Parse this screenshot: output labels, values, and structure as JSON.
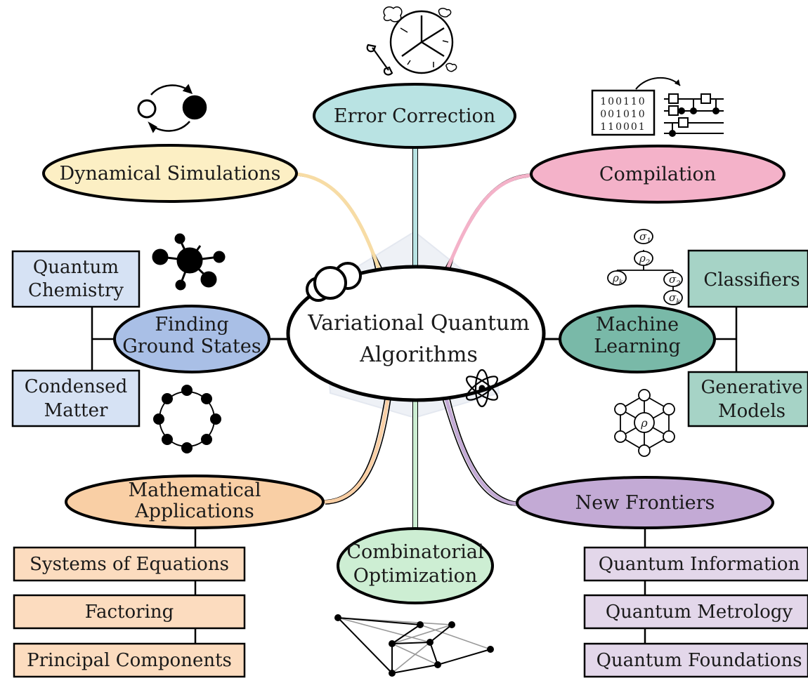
{
  "center": {
    "line1": "Variational Quantum",
    "line2": "Algorithms"
  },
  "nodes": {
    "error_correction": "Error Correction",
    "compilation": "Compilation",
    "dynamical_simulations": "Dynamical Simulations",
    "finding_ground_states": {
      "line1": "Finding",
      "line2": "Ground States"
    },
    "machine_learning": {
      "line1": "Machine",
      "line2": "Learning"
    },
    "mathematical_applications": {
      "line1": "Mathematical",
      "line2": "Applications"
    },
    "combinatorial_optimization": {
      "line1": "Combinatorial",
      "line2": "Optimization"
    },
    "new_frontiers": "New Frontiers"
  },
  "ground_states_boxes": {
    "quantum_chemistry": {
      "line1": "Quantum",
      "line2": "Chemistry"
    },
    "condensed_matter": {
      "line1": "Condensed",
      "line2": "Matter"
    }
  },
  "machine_learning_boxes": {
    "classifiers": "Classifiers",
    "generative_models": {
      "line1": "Generative",
      "line2": "Models"
    }
  },
  "math_boxes": {
    "systems_of_equations": "Systems of Equations",
    "factoring": "Factoring",
    "principal_components": "Principal Components"
  },
  "frontier_boxes": {
    "quantum_information": "Quantum Information",
    "quantum_metrology": "Quantum Metrology",
    "quantum_foundations": "Quantum Foundations"
  },
  "bitstring": {
    "row1": "100110",
    "row2": "001010",
    "row3": "110001"
  },
  "ml_tree": {
    "sigma1": "σ",
    "sub1": "1",
    "rho2": "ρ",
    "sub2": "2",
    "rhok": "ρ",
    "subk": "k",
    "sigma2": "σ",
    "sub3": "2",
    "sigmak": "σ",
    "sub4": "k"
  },
  "gen_model": {
    "rho": "ρ"
  },
  "colors": {
    "error_correction": "#b9e3e3",
    "compilation": "#f4b2c9",
    "dynamical_simulations": "#fcefc4",
    "finding_ground_states": "#a9bfe6",
    "machine_learning": "#79b9a8",
    "mathematical_applications": "#f9cfa5",
    "combinatorial_optimization": "#cdeed3",
    "new_frontiers": "#c3aad5",
    "ground_box": "#d6e2f4",
    "ml_box": "#a6d3c6",
    "math_box": "#fcdcbf",
    "frontier_box": "#e3d7ea"
  }
}
